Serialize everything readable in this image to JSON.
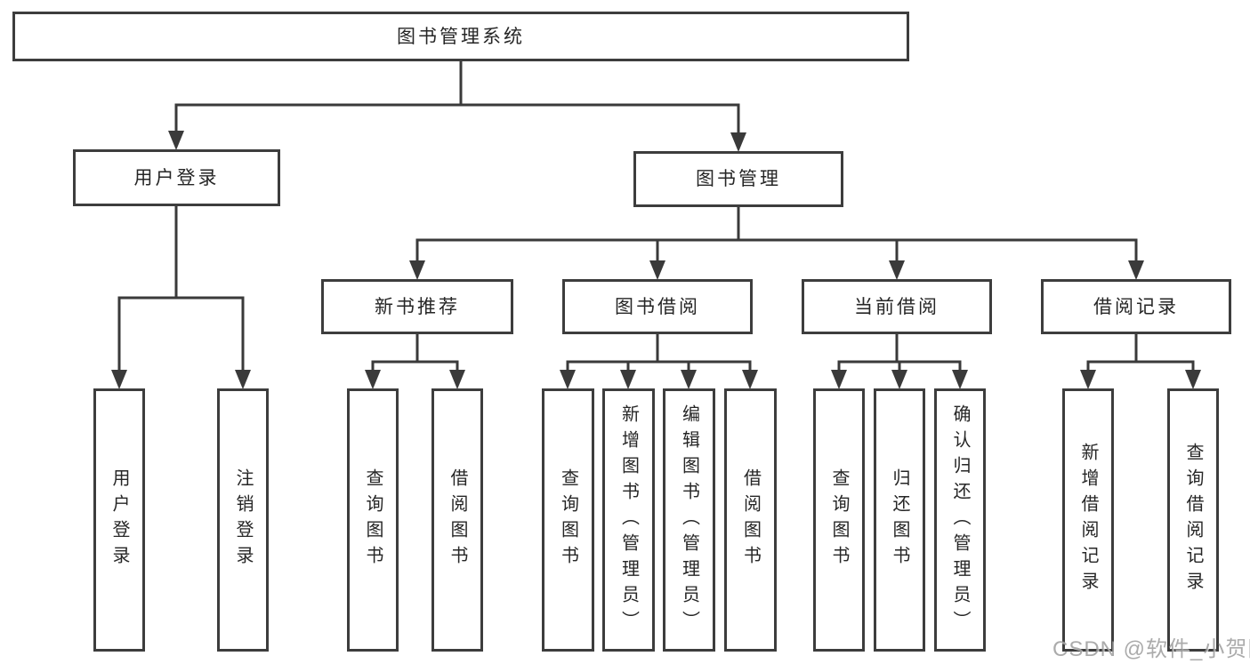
{
  "tree": {
    "label": "图书管理系统",
    "children": [
      {
        "label": "用户登录",
        "children": [
          {
            "label": "用户登录"
          },
          {
            "label": "注销登录"
          }
        ]
      },
      {
        "label": "图书管理",
        "children": [
          {
            "label": "新书推荐",
            "children": [
              {
                "label": "查询图书"
              },
              {
                "label": "借阅图书"
              }
            ]
          },
          {
            "label": "图书借阅",
            "children": [
              {
                "label": "查询图书"
              },
              {
                "label": "新增图书（管理员）"
              },
              {
                "label": "编辑图书（管理员）"
              },
              {
                "label": "借阅图书"
              }
            ]
          },
          {
            "label": "当前借阅",
            "children": [
              {
                "label": "查询图书"
              },
              {
                "label": "归还图书"
              },
              {
                "label": "确认归还（管理员）"
              }
            ]
          },
          {
            "label": "借阅记录",
            "children": [
              {
                "label": "新增借阅记录"
              },
              {
                "label": "查询借阅记录"
              }
            ]
          }
        ]
      }
    ]
  },
  "watermark": "CSDN @软件_小贺同学",
  "colors": {
    "line": "#3a3a3a",
    "box_border": "#3d3d3d",
    "text": "#262626",
    "watermark": "#949494"
  }
}
